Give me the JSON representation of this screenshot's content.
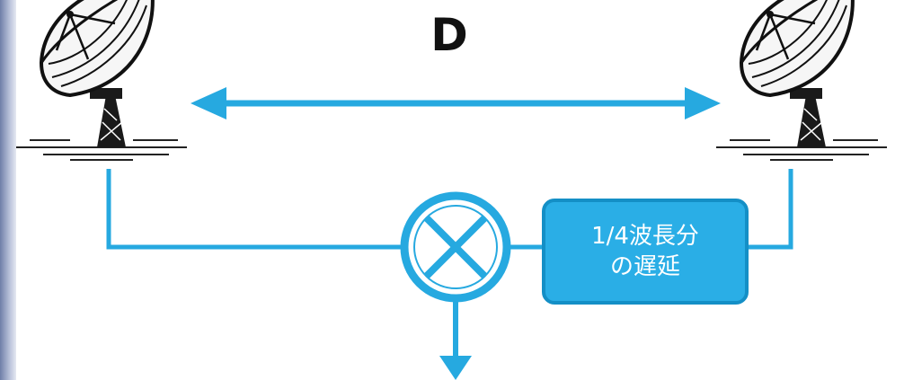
{
  "diagram": {
    "baseline_label": "D",
    "delay_box": {
      "line1": "1/4波長分",
      "line2": "の遅延"
    }
  },
  "colors": {
    "signal_blue": "#26a9e0",
    "box_fill": "#2aaee6",
    "box_border": "#148fc6",
    "dish_ink": "#111111"
  },
  "icons": [
    "radio-dish-icon",
    "multiplier-icon"
  ]
}
